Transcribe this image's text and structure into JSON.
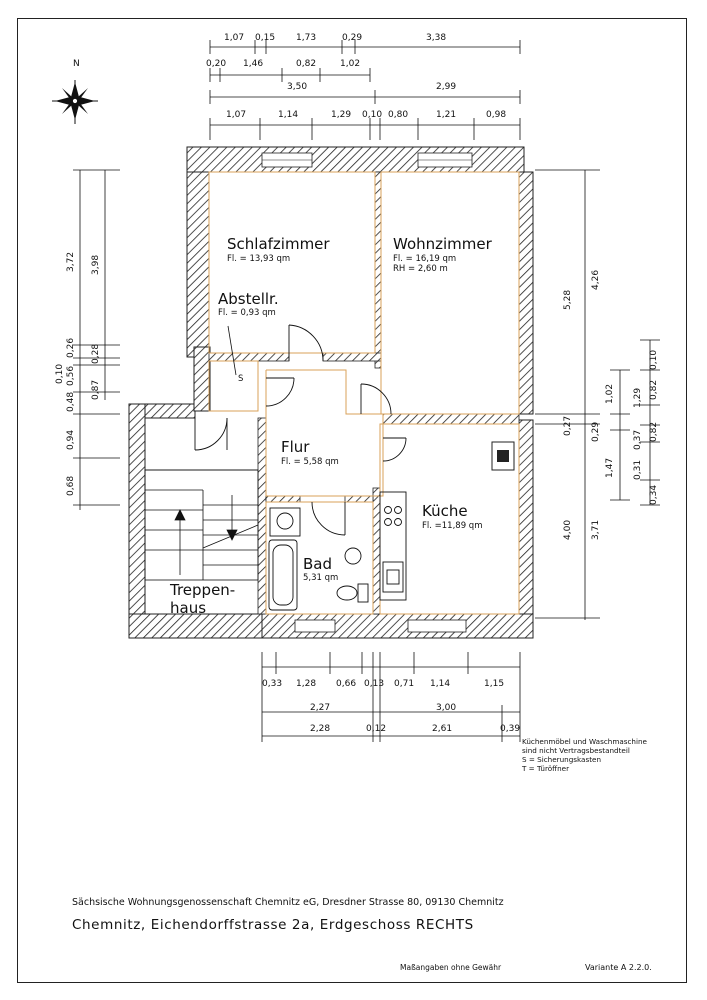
{
  "compass": {
    "label": "N"
  },
  "top_dims": {
    "row1": [
      "1,07",
      "0,15",
      "1,73",
      "0,29",
      "3,38"
    ],
    "row2": [
      "0,20",
      "1,46",
      "0,82",
      "1,02"
    ],
    "row3": [
      "3,50",
      "2,99"
    ],
    "row4": [
      "1,07",
      "1,14",
      "1,29",
      "0,10",
      "0,80",
      "1,21",
      "0,98"
    ]
  },
  "left_dims": {
    "outer": [
      "3,72",
      "0,26",
      "0,10",
      "0,56",
      "0,48",
      "0,94",
      "0,68"
    ],
    "inner": [
      "3,98",
      "0,28",
      "0,87"
    ]
  },
  "right_dims": {
    "col1": [
      "5,28",
      "0,27",
      "4,00"
    ],
    "col2": [
      "4,26",
      "0,29",
      "3,71"
    ],
    "col3": [
      "1,02",
      "1,47"
    ],
    "col4": [
      "1,29",
      "0,37",
      "0,31",
      "0,82",
      "0,82",
      "0,34"
    ],
    "col5": [
      "0,10"
    ]
  },
  "bottom_dims": {
    "row1": [
      "0,33",
      "1,28",
      "0,66",
      "0,13",
      "0,71",
      "1,14",
      "1,15"
    ],
    "row2": [
      "2,27",
      "3,00"
    ],
    "row3": [
      "2,28",
      "0,12",
      "2,61",
      "0,39"
    ]
  },
  "rooms": {
    "schlafzimmer": {
      "name": "Schlafzimmer",
      "area": "Fl. = 13,93 qm"
    },
    "wohnzimmer": {
      "name": "Wohnzimmer",
      "area": "Fl. = 16,19 qm",
      "height": "RH = 2,60 m"
    },
    "abstellr": {
      "name": "Abstellr.",
      "area": "Fl. = 0,93 qm",
      "marker": "S"
    },
    "flur": {
      "name": "Flur",
      "area": "Fl. = 5,58 qm"
    },
    "kueche": {
      "name": "Küche",
      "area": "Fl. =11,89 qm"
    },
    "bad": {
      "name": "Bad",
      "area": "5,31 qm"
    },
    "treppenhaus": {
      "name_line1": "Treppen-",
      "name_line2": "haus"
    }
  },
  "notes": {
    "line1": "Küchenmöbel und Waschmaschine",
    "line2": "sind nicht Vertragsbestandteil",
    "line3": "S = Sicherungskasten",
    "line4": "T = Türöffner"
  },
  "footer": {
    "organization": "Sächsische Wohnungsgenossenschaft Chemnitz eG, Dresdner Strasse 80, 09130 Chemnitz",
    "address": "Chemnitz, Eichendorffstrasse 2a, Erdgeschoss RECHTS",
    "disclaimer": "Maßangaben ohne Gewähr",
    "variant": "Variante A 2.2.0."
  },
  "colors": {
    "wall_hatch": "#222222",
    "room_outline": "#d9a25a",
    "line": "#111111"
  }
}
